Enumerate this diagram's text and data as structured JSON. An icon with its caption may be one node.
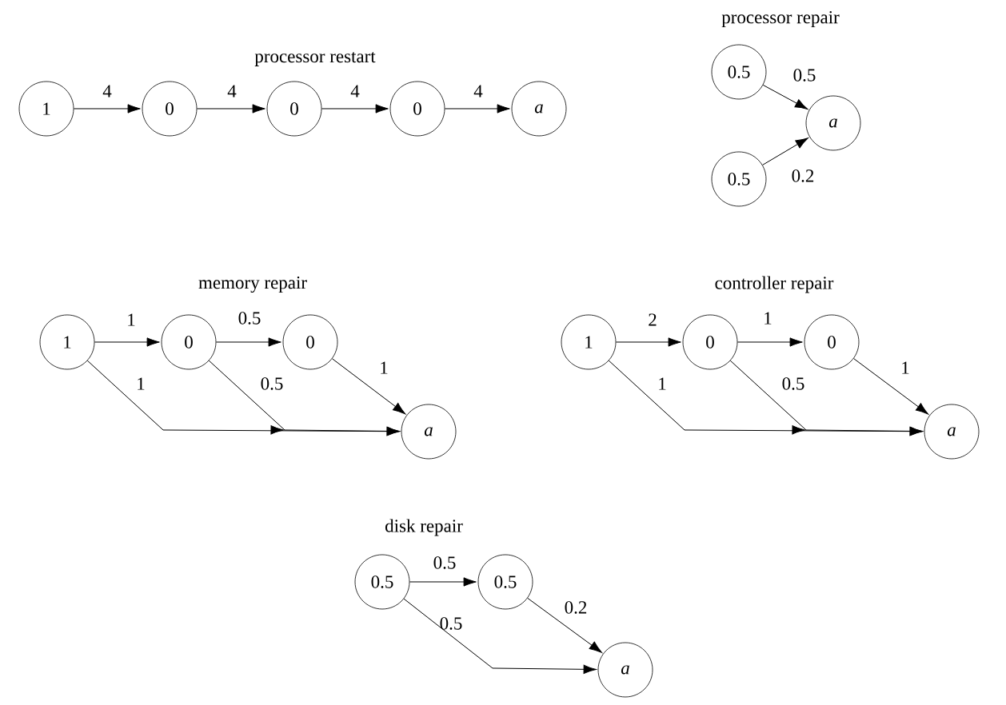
{
  "diagram": {
    "nodes": [
      {
        "text": [
          "1"
        ]
      },
      {
        "text": [
          "0"
        ]
      },
      {
        "text": [
          "0"
        ]
      },
      {
        "text": [
          "0"
        ]
      },
      {
        "text": [
          "a"
        ]
      },
      {
        "text": [
          "0.5"
        ]
      },
      {
        "text": [
          "a"
        ]
      },
      {
        "text": [
          "0.5"
        ]
      },
      {
        "text": [
          "1"
        ]
      },
      {
        "text": [
          "0"
        ]
      },
      {
        "text": [
          "0"
        ]
      },
      {
        "text": [
          "a"
        ]
      },
      {
        "text": [
          "1"
        ]
      },
      {
        "text": [
          "0"
        ]
      },
      {
        "text": [
          "0"
        ]
      },
      {
        "text": [
          "a"
        ]
      },
      {
        "text": [
          "0.5"
        ]
      },
      {
        "text": [
          "0.5"
        ]
      },
      {
        "text": [
          "a"
        ]
      }
    ],
    "edges": [
      {
        "from": 0,
        "to": 1,
        "arrow": "to",
        "label": "4"
      },
      {
        "from": 1,
        "to": 2,
        "arrow": "to",
        "label": "4"
      },
      {
        "from": 2,
        "to": 3,
        "arrow": "to",
        "label": "4"
      },
      {
        "from": 3,
        "to": 4,
        "arrow": "to",
        "label": "4"
      },
      {
        "from": 5,
        "to": 6,
        "arrow": "to",
        "label": "0.5"
      },
      {
        "from": 7,
        "to": 6,
        "arrow": "to",
        "label": "0.2"
      },
      {
        "from": 8,
        "to": 9,
        "arrow": "to",
        "label": "1"
      },
      {
        "from": 9,
        "to": 10,
        "arrow": "to",
        "label": "0.5"
      },
      {
        "from": 10,
        "to": 11,
        "arrow": "to",
        "label": "1"
      },
      {
        "from": 8,
        "to": 11,
        "arrow": "to",
        "label": "1"
      },
      {
        "from": 9,
        "to": 11,
        "arrow": "to",
        "label": "0.5"
      },
      {
        "from": 12,
        "to": 13,
        "arrow": "to",
        "label": "2"
      },
      {
        "from": 13,
        "to": 14,
        "arrow": "to",
        "label": "1"
      },
      {
        "from": 14,
        "to": 15,
        "arrow": "to",
        "label": "1"
      },
      {
        "from": 12,
        "to": 15,
        "arrow": "to",
        "label": "1"
      },
      {
        "from": 13,
        "to": 15,
        "arrow": "to",
        "label": "0.5"
      },
      {
        "from": 16,
        "to": 17,
        "arrow": "to",
        "label": "0.5"
      },
      {
        "from": 17,
        "to": 18,
        "arrow": "to",
        "label": "0.2"
      },
      {
        "from": 16,
        "to": 18,
        "arrow": "to",
        "label": "0.5"
      }
    ],
    "labels": [
      "processor restart",
      "processor repair",
      "memory repair",
      "controller repair",
      "disk repair"
    ]
  }
}
